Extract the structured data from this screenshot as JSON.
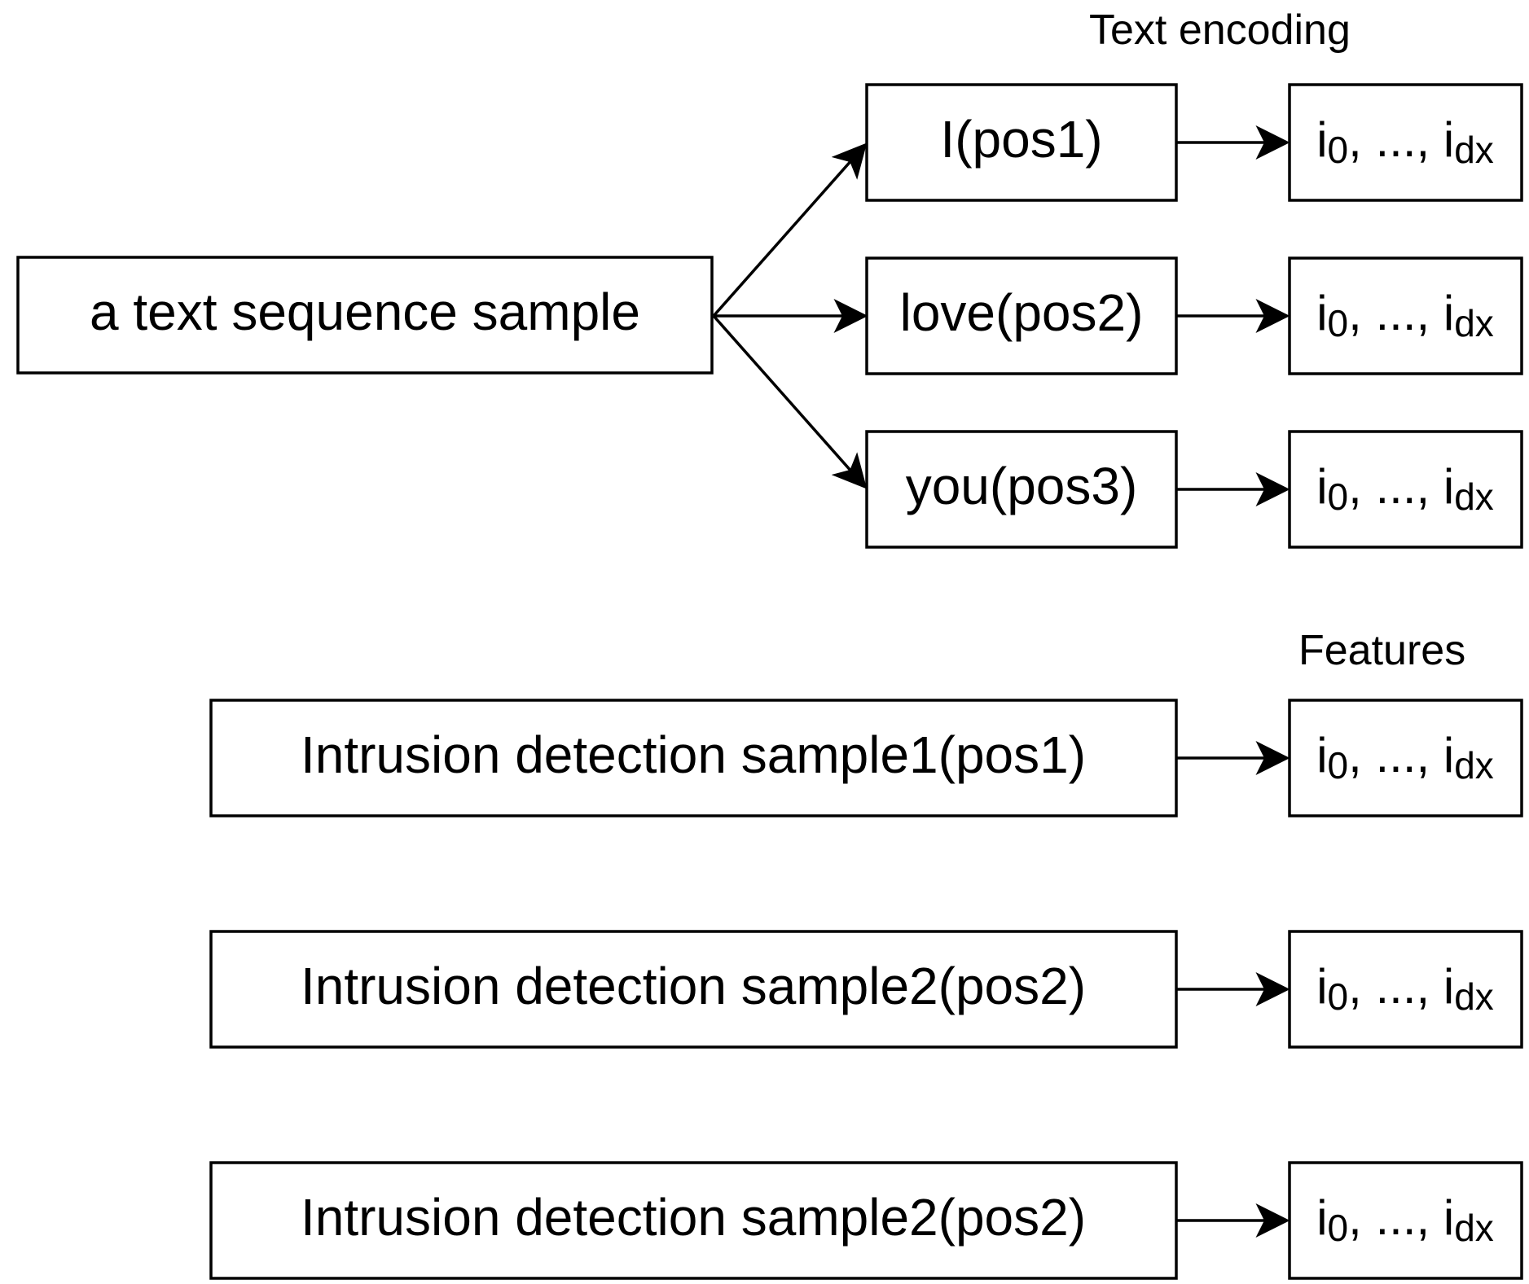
{
  "titles": {
    "text_encoding": "Text encoding",
    "features": "Features"
  },
  "nodes": {
    "source": "a text sequence sample",
    "token1": "I(pos1)",
    "token2": "love(pos2)",
    "token3": "you(pos3)",
    "intrusion1": "Intrusion detection sample1(pos1)",
    "intrusion2": "Intrusion detection sample2(pos2)",
    "intrusion3": "Intrusion detection sample2(pos2)"
  },
  "feature_vector": {
    "base": "i",
    "first_sub": "0",
    "sep": ", ..., ",
    "last_sub": "dx"
  },
  "colors": {
    "stroke": "#000000",
    "fill": "#ffffff"
  }
}
